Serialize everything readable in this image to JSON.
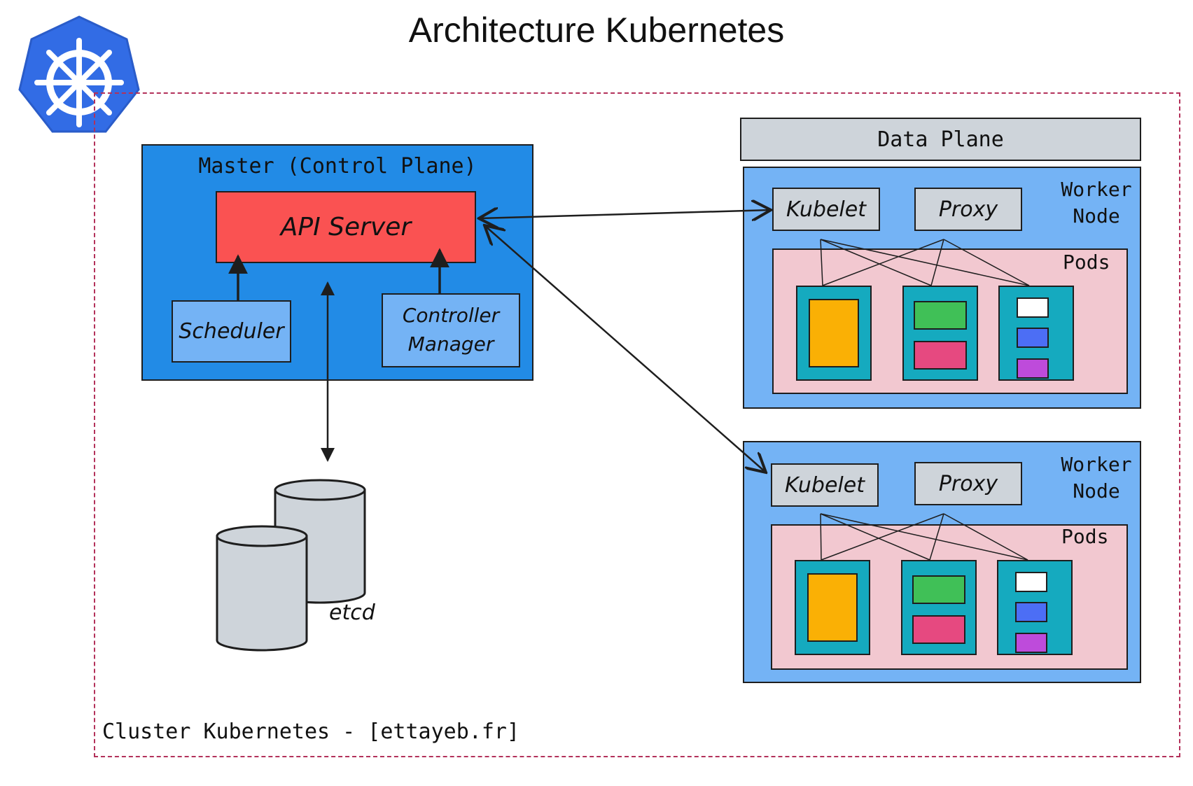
{
  "title": "Architecture Kubernetes",
  "cluster_label": "Cluster Kubernetes - [ettayeb.fr]",
  "master": {
    "label": "Master (Control Plane)",
    "api_server": "API Server",
    "scheduler": "Scheduler",
    "controller_line1": "Controller",
    "controller_line2": "Manager"
  },
  "etcd_label": "etcd",
  "data_plane": "Data Plane",
  "workers": [
    {
      "label_line1": "Worker",
      "label_line2": "Node",
      "kubelet": "Kubelet",
      "proxy": "Proxy",
      "pods": "Pods"
    },
    {
      "label_line1": "Worker",
      "label_line2": "Node",
      "kubelet": "Kubelet",
      "proxy": "Proxy",
      "pods": "Pods"
    }
  ],
  "colors": {
    "master": "#228be6",
    "api_server": "#fa5252",
    "worker": "#74b3f5",
    "pods": "#f2c8d0",
    "pod": "#15aabf",
    "cluster_border": "#b3315a",
    "k8s_logo": "#326ce5"
  },
  "icons": {
    "logo": "kubernetes-helm-wheel-icon",
    "database": "database-cylinder-icon"
  }
}
